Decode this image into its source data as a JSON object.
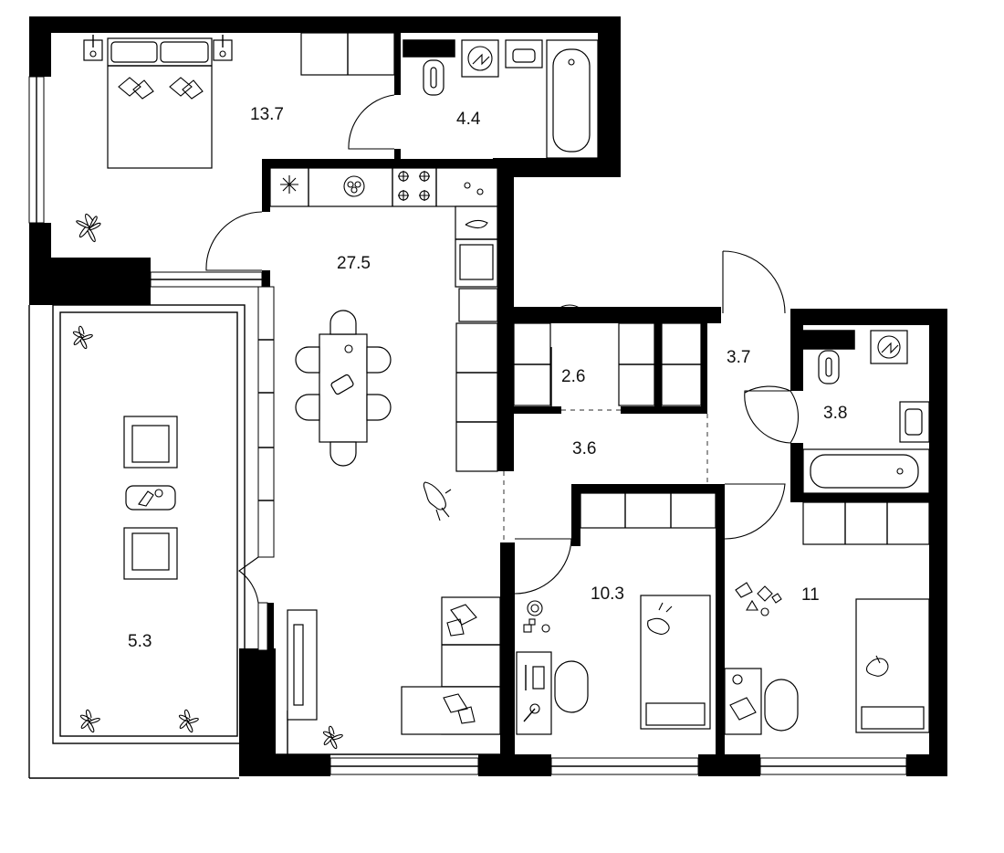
{
  "plan": {
    "rooms": [
      {
        "id": "bedroom",
        "area": "13.7"
      },
      {
        "id": "bathroom-1",
        "area": "4.4"
      },
      {
        "id": "kitchen-living",
        "area": "27.5"
      },
      {
        "id": "storage",
        "area": "2.6"
      },
      {
        "id": "hall-entry",
        "area": "3.7"
      },
      {
        "id": "bathroom-2",
        "area": "3.8"
      },
      {
        "id": "corridor",
        "area": "3.6"
      },
      {
        "id": "kids-room-1",
        "area": "10.3"
      },
      {
        "id": "kids-room-2",
        "area": "11"
      },
      {
        "id": "loggia",
        "area": "5.3"
      }
    ],
    "icons": [
      "double-bed-icon",
      "nightstand-lamp-icon",
      "wardrobe-icon",
      "toilet-icon",
      "washing-machine-icon",
      "sink-icon",
      "bathtub-icon",
      "fridge-icon",
      "dishwasher-icon",
      "cooktop-icon",
      "dining-table-icon",
      "chair-icon",
      "sofa-icon",
      "armchair-icon",
      "coffee-table-icon",
      "tv-stand-icon",
      "plant-icon",
      "cat-icon",
      "single-bed-icon",
      "desk-icon",
      "toys-icon",
      "door-swing-icon",
      "window-icon"
    ]
  }
}
